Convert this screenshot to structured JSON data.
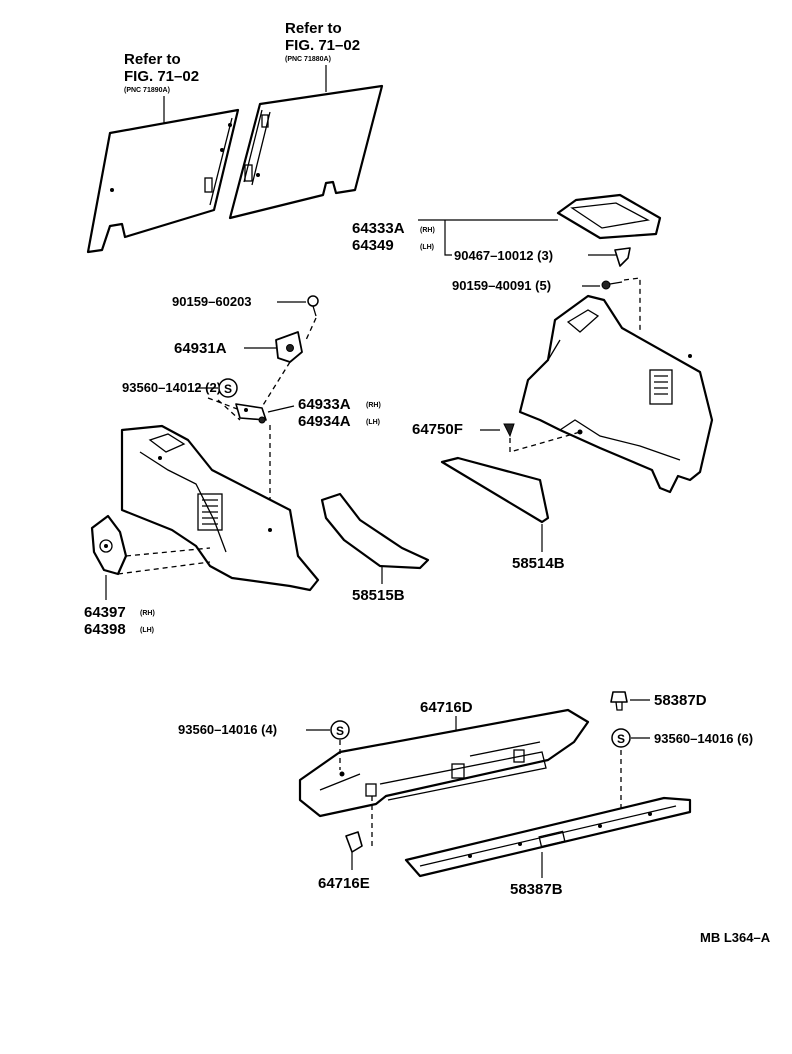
{
  "diagram": {
    "refer_left": {
      "line1": "Refer to",
      "line2": "FIG. 71–02",
      "line3": "(PNC 71890A)"
    },
    "refer_right": {
      "line1": "Refer to",
      "line2": "FIG. 71–02",
      "line3": "(PNC 71880A)"
    },
    "labels": {
      "p64333a": "64333A",
      "rh1": "(RH)",
      "p64349": "64349",
      "lh1": "(LH)",
      "p90467": "90467–10012 (3)",
      "p90159_40091": "90159–40091 (5)",
      "p90159_60203": "90159–60203",
      "p64931a": "64931A",
      "p93560_14012": "93560–14012 (2)",
      "p64933a": "64933A",
      "rh2": "(RH)",
      "p64934a": "64934A",
      "lh2": "(LH)",
      "p64750f": "64750F",
      "p64397": "64397",
      "rh3": "(RH)",
      "p64398": "64398",
      "lh3": "(LH)",
      "p58515b": "58515B",
      "p58514b": "58514B",
      "p64716d": "64716D",
      "p93560_14016_4": "93560–14016 (4)",
      "p58387d": "58387D",
      "p93560_14016_6": "93560–14016 (6)",
      "p64716e": "64716E",
      "p58387b": "58387B",
      "s_mark": "S",
      "drawing_id": "MB L364–A"
    }
  }
}
